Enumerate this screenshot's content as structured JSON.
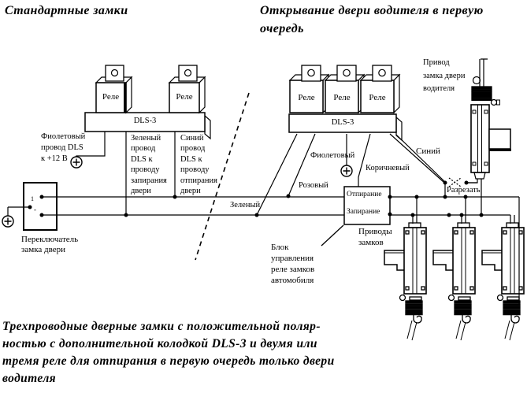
{
  "titles": {
    "left": "Стандартные замки",
    "right_line1": "Открывание двери водителя в первую",
    "right_line2": "очередь"
  },
  "caption": {
    "line1": "Трехпроводные дверные замки с положительной поляр-",
    "line2": "ностью с дополнительной колодкой DLS-3 и двумя или",
    "line3": "тремя реле для отпирания в первую очередь только двери",
    "line4": "водителя"
  },
  "left_circuit": {
    "relay1": "Реле",
    "relay2": "Реле",
    "connector": "DLS-3",
    "violet_wire": {
      "line1": "Фиолетовый",
      "line2": "провод DLS",
      "line3": "к +12 В"
    },
    "green_wire": {
      "line1": "Зеленый",
      "line2": "провод",
      "line3": "DLS к",
      "line4": "проводу",
      "line5": "запирания",
      "line6": "двери"
    },
    "blue_wire": {
      "line1": "Синий",
      "line2": "провод",
      "line3": "DLS к",
      "line4": "проводу",
      "line5": "отпирания",
      "line6": "двери"
    },
    "switch": {
      "line1": "Переключатель",
      "line2": "замка двери",
      "position1": "1",
      "position2": "-"
    }
  },
  "right_circuit": {
    "relay1": "Реле",
    "relay2": "Реле",
    "relay3": "Реле",
    "connector": "DLS-3",
    "wire_labels": {
      "violet": "Фиолетовый",
      "brown": "Коричневый",
      "pink": "Розовый",
      "green": "Зеленый",
      "blue": "Синий"
    },
    "cut_label": "Разрезать",
    "control_unit": {
      "unlock": "Отпирание",
      "lock": "Запирание"
    },
    "control_unit_label": {
      "line1": "Блок",
      "line2": "управления",
      "line3": "реле замков",
      "line4": "автомобиля"
    },
    "actuators_label": {
      "line1": "Приводы",
      "line2": "замков"
    },
    "driver_actuator_label": {
      "line1": "Привод",
      "line2": "замка двери",
      "line3": "водителя"
    }
  }
}
